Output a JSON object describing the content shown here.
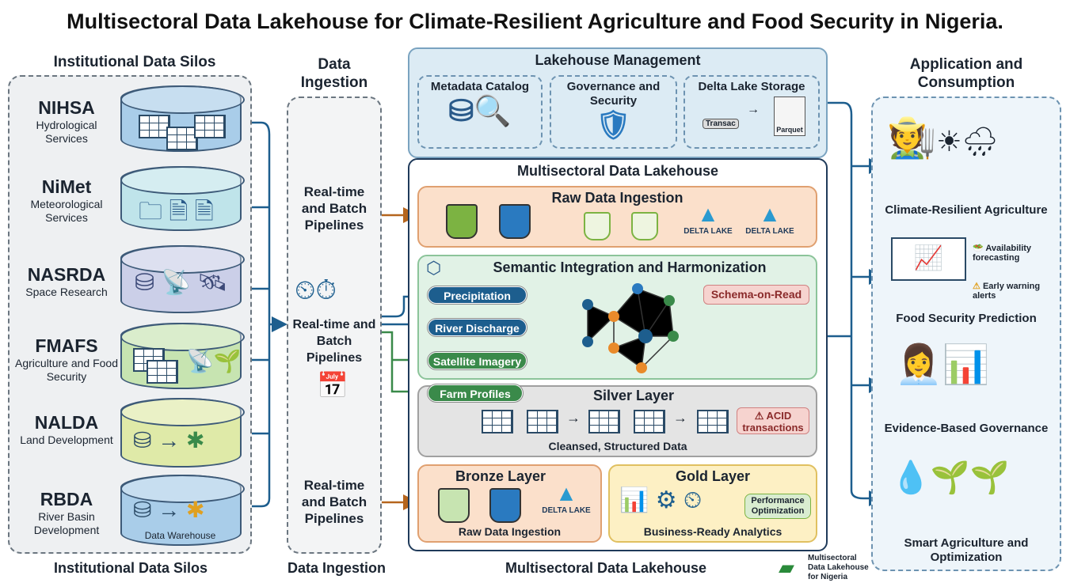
{
  "title": "Multisectoral Data Lakehouse for Climate-Resilient Agriculture and Food Security in Nigeria.",
  "silos": {
    "header": "Institutional Data Silos",
    "footer": "Institutional Data Silos",
    "items": [
      {
        "name": "NIHSA",
        "desc": "Hydrological Services",
        "color": "#a9cde9"
      },
      {
        "name": "NiMet",
        "desc": "Meteorological Services",
        "color": "#bfe4ea"
      },
      {
        "name": "NASRDA",
        "desc": "Space Research",
        "color": "#cbcfe8"
      },
      {
        "name": "FMAFS",
        "desc": "Agriculture and Food Security",
        "color": "#c7e4b1"
      },
      {
        "name": "NALDA",
        "desc": "Land Development",
        "color": "#dfeaa8"
      },
      {
        "name": "RBDA",
        "desc": "River Basin Development",
        "color": "#a9cde9",
        "extra": "Data Warehouse"
      }
    ]
  },
  "ingestion": {
    "header": "Data Ingestion",
    "footer": "Data Ingestion",
    "pipelines": [
      "Real-time and Batch Pipelines",
      "Real-time and Batch Pipelines",
      "Real-time and Batch Pipelines"
    ]
  },
  "management": {
    "title": "Lakehouse Management",
    "metadata": "Metadata Catalog",
    "governance": "Governance and Security",
    "delta": "Delta Lake Storage",
    "transac": "Transac",
    "parquet": "Parquet"
  },
  "lakehouse": {
    "title": "Multisectoral Data Lakehouse",
    "footer": "Multisectoral Data Lakehouse",
    "raw": {
      "title": "Raw Data Ingestion",
      "delta1": "DELTA LAKE",
      "delta2": "DELTA LAKE"
    },
    "semantic": {
      "title": "Semantic Integration and Harmonization",
      "pills": [
        "Precipitation",
        "River Discharge",
        "Satellite Imagery",
        "Farm Profiles"
      ],
      "schema": "Schema-on-Read"
    },
    "silver": {
      "title": "Silver Layer",
      "caption": "Cleansed, Structured Data",
      "acid": "ACID transactions"
    },
    "bronze": {
      "title": "Bronze Layer",
      "caption": "Raw Data Ingestion",
      "delta": "DELTA LAKE"
    },
    "gold": {
      "title": "Gold Layer",
      "caption": "Business-Ready Analytics",
      "perf": "Performance Optimization"
    }
  },
  "apps": {
    "header": "Application and Consumption",
    "items": [
      "Climate-Resilient Agriculture",
      "Food Security Prediction",
      "Evidence-Based Governance",
      "Smart Agriculture and Optimization"
    ],
    "availability": "Availability forecasting",
    "warning": "Early warning alerts"
  },
  "logo": "Multisectoral Data Lakehouse for Nigeria"
}
